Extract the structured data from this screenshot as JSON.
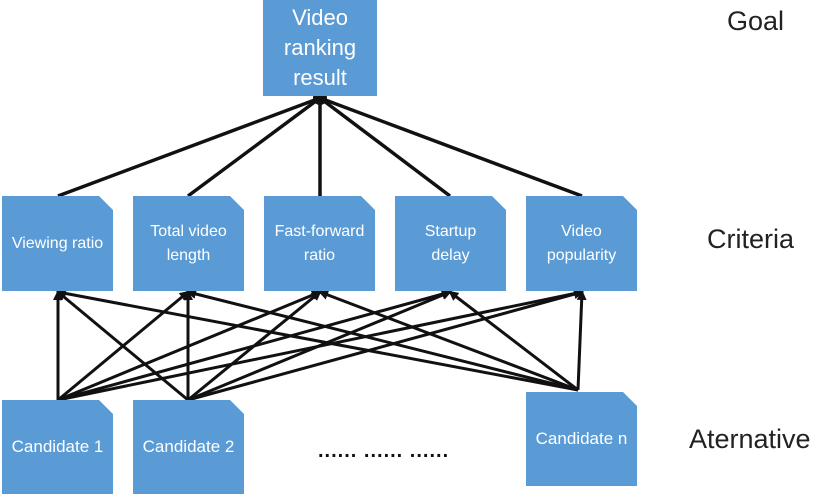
{
  "goal": {
    "label": "Video\nranking\nresult"
  },
  "criteria": [
    {
      "label": "Viewing ratio"
    },
    {
      "label": "Total video\nlength"
    },
    {
      "label": "Fast-forward\nratio"
    },
    {
      "label": "Startup\ndelay"
    },
    {
      "label": "Video\npopularity"
    }
  ],
  "alternatives": [
    {
      "label": "Candidate 1"
    },
    {
      "label": "Candidate 2"
    },
    {
      "label": "Candidate n"
    }
  ],
  "ellipsis": "...... ...... ......",
  "levels": {
    "goal": "Goal",
    "criteria": "Criteria",
    "alternative": "Aternative"
  },
  "colors": {
    "box_fill": "#5b9bd5",
    "box_text": "#ffffff",
    "arrow": "#111111"
  }
}
